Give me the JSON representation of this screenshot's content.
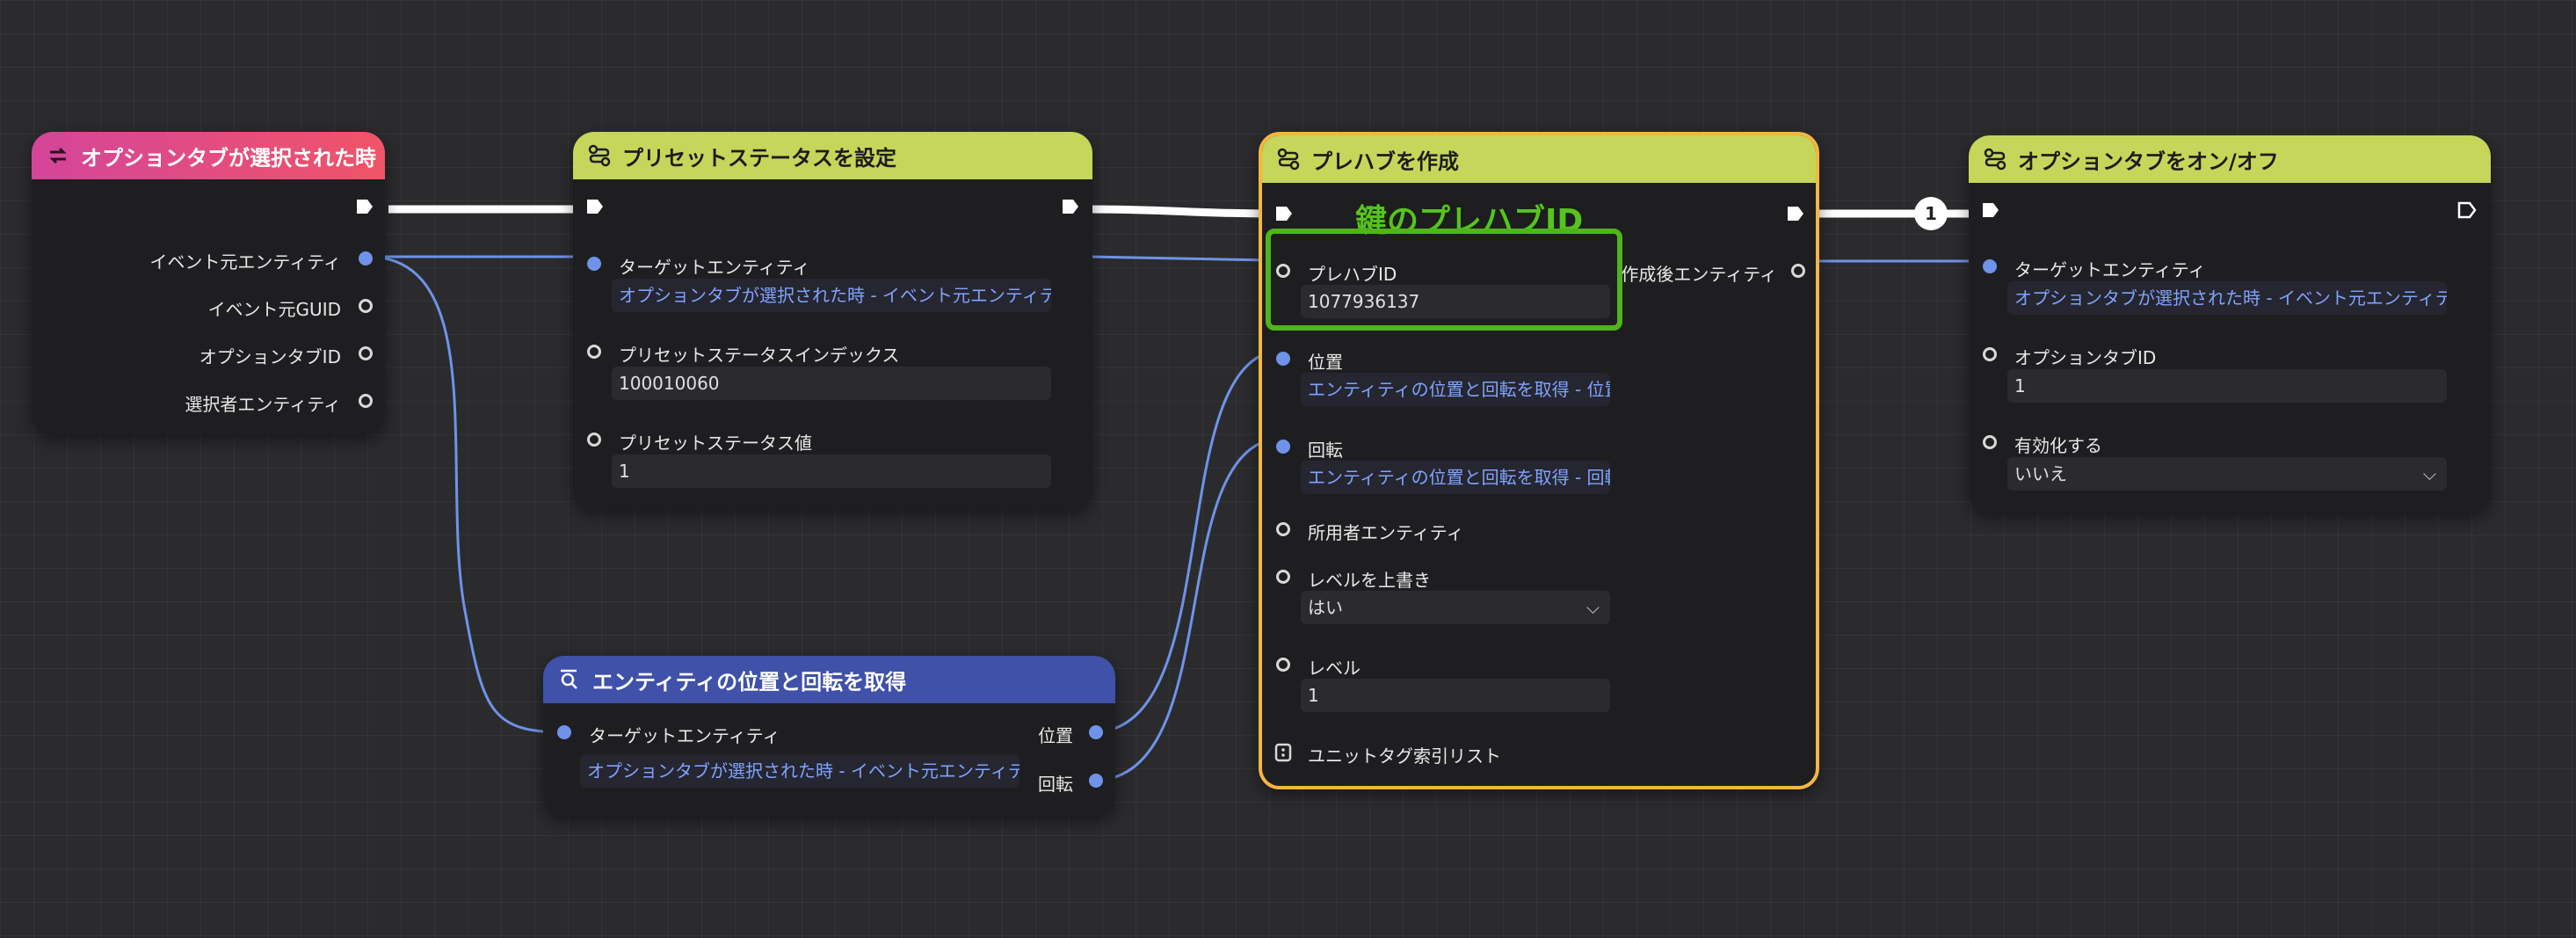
{
  "colors": {
    "event_header": "#e0407a",
    "action_header": "#c5d65a",
    "query_header": "#3f51a8",
    "pin_blue": "#6f93e8",
    "selected_outline": "#f4b63e",
    "annotation_green": "#4fb51b"
  },
  "node_event": {
    "title": "オプションタブが選択された時",
    "icon": "event-loop-icon",
    "outputs": [
      "イベント元エンティティ",
      "イベント元GUID",
      "オプションタブID",
      "選択者エンティティ"
    ]
  },
  "node_preset": {
    "title": "プリセットステータスを設定",
    "icon": "action-icon",
    "in_target_label": "ターゲットエンティティ",
    "in_target_value": "オプションタブが選択された時 - イベント元エンティティ",
    "in_index_label": "プリセットステータスインデックス",
    "in_index_value": "100010060",
    "in_value_label": "プリセットステータス値",
    "in_value_value": "1"
  },
  "node_getpos": {
    "title": "エンティティの位置と回転を取得",
    "icon": "query-icon",
    "in_target_label": "ターゲットエンティティ",
    "in_target_value": "オプションタブが選択された時 - イベント元エンティティ",
    "out_position": "位置",
    "out_rotation": "回転"
  },
  "node_prefab": {
    "title": "プレハブを作成",
    "icon": "action-icon",
    "in_prefab_label": "プレハブID",
    "in_prefab_value": "1077936137",
    "out_created": "作成後エンティティ",
    "in_position_label": "位置",
    "in_position_value": "エンティティの位置と回転を取得 - 位置",
    "in_rotation_label": "回転",
    "in_rotation_value": "エンティティの位置と回転を取得 - 回転",
    "in_owner_label": "所用者エンティティ",
    "in_override_label": "レベルを上書き",
    "in_override_value": "はい",
    "in_level_label": "レベル",
    "in_level_value": "1",
    "in_unittag_label": "ユニットタグ索引リスト"
  },
  "node_toggle": {
    "title": "オプションタブをオン/オフ",
    "icon": "action-icon",
    "in_target_label": "ターゲットエンティティ",
    "in_target_value": "オプションタブが選択された時 - イベント元エンティティ",
    "in_tabid_label": "オプションタブID",
    "in_tabid_value": "1",
    "in_enable_label": "有効化する",
    "in_enable_value": "いいえ"
  },
  "wire_badge": "1",
  "annotation": {
    "text": "鍵のプレハブID"
  }
}
